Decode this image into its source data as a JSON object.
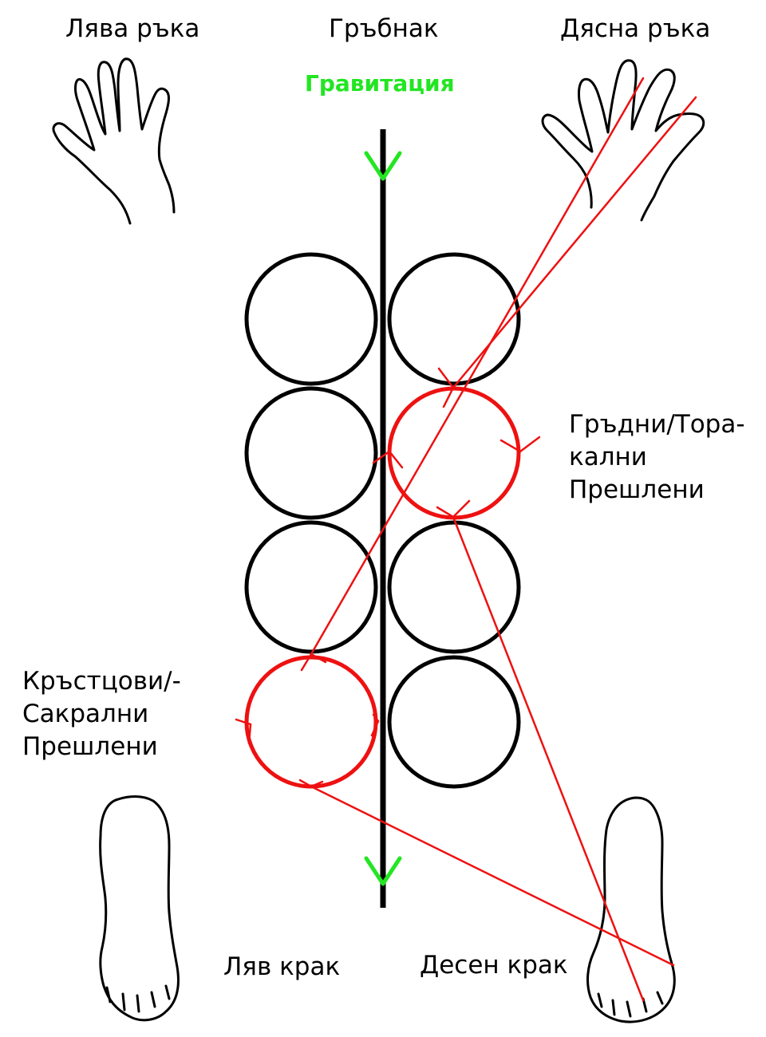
{
  "labels": {
    "left_hand": "Лява ръка",
    "spine": "Гръбнак",
    "right_hand": "Дясна ръка",
    "gravity": "Гравитация",
    "thoracic_1": "Гръдни/Тора-",
    "thoracic_2": "кални",
    "thoracic_3": "Прешлени",
    "sacral_1": "Кръстцови/-",
    "sacral_2": "Сакрални",
    "sacral_3": "Прешлени",
    "left_leg": "Ляв крак",
    "right_leg": "Десен крак"
  },
  "colors": {
    "outline": "#000000",
    "highlight": "#ee1111",
    "gravity": "#22e622"
  },
  "icons": [
    "left-hand-icon",
    "right-hand-icon",
    "left-foot-icon",
    "right-foot-icon",
    "gravity-arrow-icon"
  ]
}
